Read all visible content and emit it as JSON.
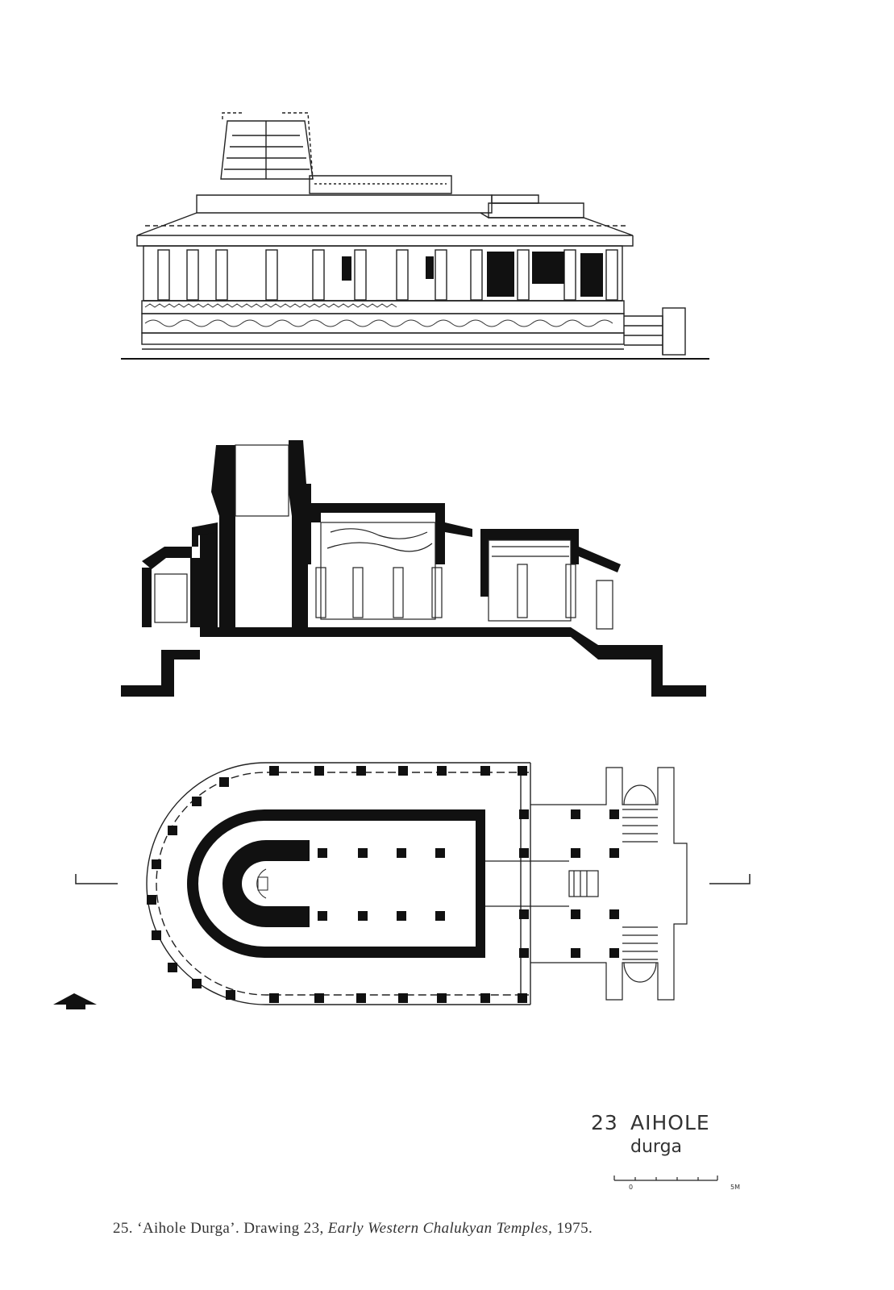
{
  "drawing": {
    "number": "23",
    "site": "AIHOLE",
    "subtitle": "durga",
    "scale": {
      "start": "0",
      "end": "5M"
    }
  },
  "caption": {
    "prefix": "25. ‘Aihole Durga’. Drawing 23, ",
    "book": "Early Western Chalukyan Temples",
    "suffix": ", 1975."
  },
  "colors": {
    "ink": "#111111",
    "paper": "#ffffff"
  },
  "icons": {
    "north_arrow": "north-arrow-icon"
  }
}
